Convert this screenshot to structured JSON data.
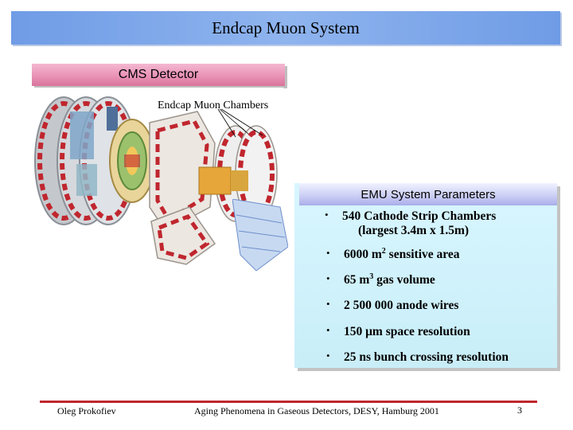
{
  "slide": {
    "title": "Endcap Muon System",
    "cms_label": "CMS Detector",
    "chambers_label": "Endcap Muon Chambers",
    "params": {
      "header": "EMU System Parameters",
      "item1_line1": "540 Cathode Strip Chambers",
      "item1_line2": "(largest 3.4m x 1.5m)",
      "item2": "6000 m",
      "item2_sup": "2",
      "item2_rest": " sensitive area",
      "item3": "65 m",
      "item3_sup": "3",
      "item3_rest": " gas volume",
      "item4": "2 500 000 anode wires",
      "item5_num": "150 ",
      "item5_mu": "μ",
      "item5_rest": "m space resolution",
      "item6": "25 ns bunch crossing resolution",
      "bullet": "•"
    }
  },
  "footer": {
    "author": "Oleg Prokofiev",
    "event": "Aging Phenomena in Gaseous Detectors, DESY, Hamburg 2001",
    "page": "3"
  },
  "colors": {
    "title_bar": "#8fb4ee",
    "cms_label": "#e88fb4",
    "param_box": "#d0f1fb",
    "footer_line": "#c0262e"
  }
}
